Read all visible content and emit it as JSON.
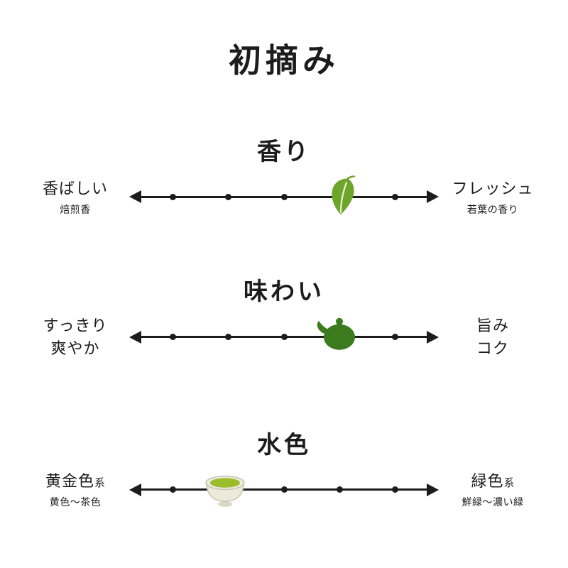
{
  "page": {
    "title": "初摘み"
  },
  "colors": {
    "ink": "#1c1c1c",
    "leaf_green": "#6ea52c",
    "leaf_vein": "#e9f3d6",
    "teapot_green": "#3c7a1e",
    "tea_green": "#9cbd2b",
    "cup_cream": "#eceadd",
    "cup_outline": "#c8c4ae",
    "cup_foot": "#dcd8c6"
  },
  "sections": [
    {
      "header": "香り",
      "left_main": "香ばしい",
      "left_sub": "焙煎香",
      "right_main": "フレッシュ",
      "right_sub": "若葉の香り",
      "marker": {
        "icon": "tea-leaf-icon",
        "position_percent": 69
      }
    },
    {
      "header": "味わい",
      "left_main": "すっきり",
      "left_main2": "爽やか",
      "right_main": "旨み",
      "right_main2": "コク",
      "marker": {
        "icon": "teapot-icon",
        "position_percent": 67
      }
    },
    {
      "header": "水色",
      "left_main": "黄金色",
      "left_suffix": "系",
      "left_sub": "黄色〜茶色",
      "right_main": "緑色",
      "right_suffix": "系",
      "right_sub": "鮮緑〜濃い緑",
      "marker": {
        "icon": "teacup-icon",
        "position_percent": 31
      }
    }
  ],
  "scale": {
    "dot_positions_percent": [
      14,
      32,
      50,
      68,
      86
    ]
  }
}
